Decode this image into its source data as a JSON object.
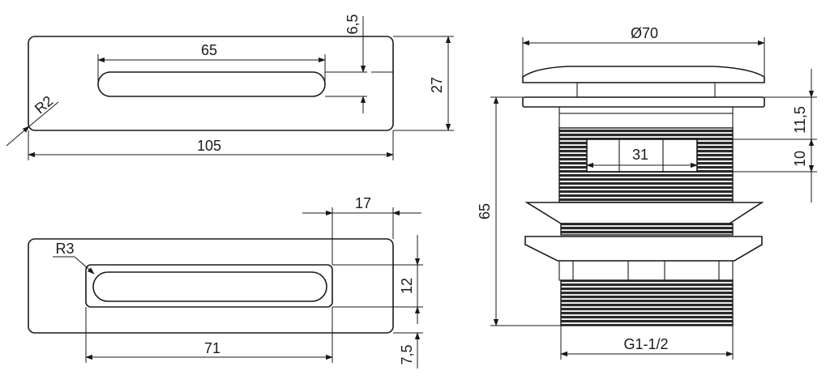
{
  "drawing": {
    "top_plate": {
      "slot_length": "65",
      "slot_offset": "6,5",
      "width": "105",
      "height": "27",
      "corner_radius": "R2"
    },
    "bottom_plate": {
      "frame_offset": "17",
      "corner_radius": "R3",
      "slot_height": "12",
      "slot_length": "71",
      "bottom_offset": "7,5"
    },
    "drain": {
      "cap_diameter": "Ø70",
      "height": "65",
      "flange_to_window": "11,5",
      "window_height": "10",
      "window_width": "31",
      "thread": "G1-1/2"
    }
  }
}
